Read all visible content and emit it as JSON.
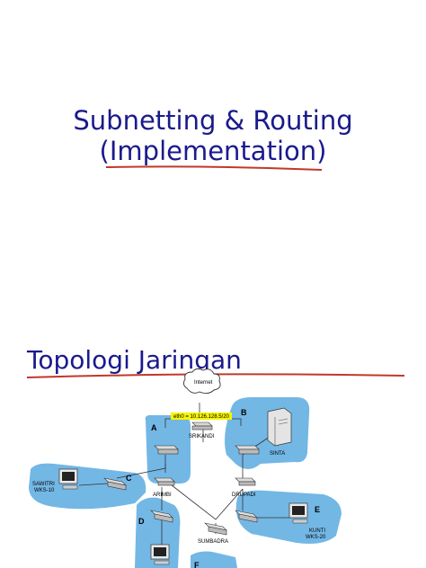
{
  "slide1": {
    "title_line1": "Subnetting & Routing",
    "title_line2": "(Implementation)"
  },
  "slide2": {
    "title": "Topologi Jaringan",
    "diagram": {
      "cloud_label": "Internet",
      "eth0_label": "eth0 = 10.126.128.5/20",
      "zones": [
        "A",
        "B",
        "C",
        "D",
        "E",
        "F"
      ],
      "devices": {
        "srikandi": "SRIKANDI",
        "sinta": "SINTA",
        "sawitri": "SAWITRI",
        "sawitri_sub": "WKS-10",
        "arimbi": "ARIMBI",
        "drupadi": "DRUPADI",
        "kunti": "KUNTI",
        "kunti_sub": "WKS-20",
        "sumbadra": "SUMBADRA"
      }
    }
  }
}
